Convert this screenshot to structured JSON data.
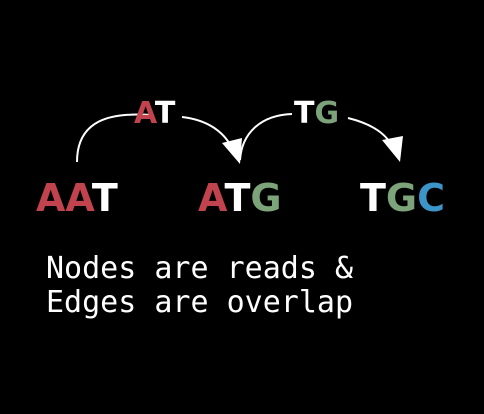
{
  "colors": {
    "background": "#000000",
    "red": "#c0434e",
    "white": "#ffffff",
    "green": "#7da37a",
    "blue": "#3d94c8"
  },
  "nodes": [
    {
      "id": "AAT",
      "letters": [
        {
          "ch": "A",
          "color": "red"
        },
        {
          "ch": "A",
          "color": "red"
        },
        {
          "ch": "T",
          "color": "white"
        }
      ]
    },
    {
      "id": "ATG",
      "letters": [
        {
          "ch": "A",
          "color": "red"
        },
        {
          "ch": "T",
          "color": "white"
        },
        {
          "ch": "G",
          "color": "green"
        }
      ]
    },
    {
      "id": "TGC",
      "letters": [
        {
          "ch": "T",
          "color": "white"
        },
        {
          "ch": "G",
          "color": "green"
        },
        {
          "ch": "C",
          "color": "blue"
        }
      ]
    }
  ],
  "edges": [
    {
      "from": "AAT",
      "to": "ATG",
      "letters": [
        {
          "ch": "A",
          "color": "red"
        },
        {
          "ch": "T",
          "color": "white"
        }
      ]
    },
    {
      "from": "ATG",
      "to": "TGC",
      "letters": [
        {
          "ch": "T",
          "color": "white"
        },
        {
          "ch": "G",
          "color": "green"
        }
      ]
    }
  ],
  "caption": {
    "line1": "Nodes are reads &",
    "line2": "Edges are overlap"
  }
}
